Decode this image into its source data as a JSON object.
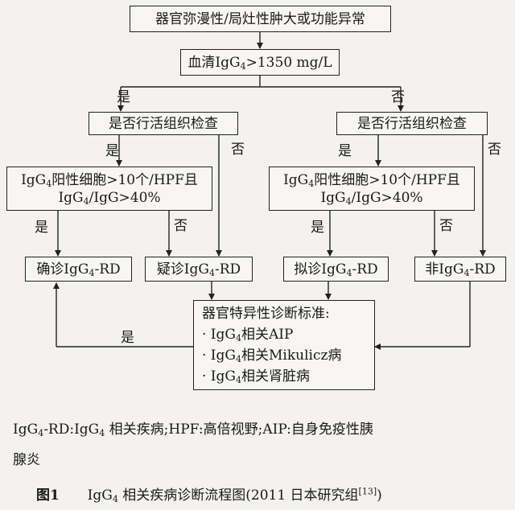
{
  "flowchart": {
    "top": "器官弥漫性/局灶性肿大或功能异常",
    "serum": [
      "血清IgG",
      "4",
      ">1350 mg/L"
    ],
    "biopsy_left": "是否行活组织检查",
    "biopsy_right": "是否行活组织检查",
    "criteria_left": [
      "IgG",
      "4",
      "阳性细胞>10个/HPF且"
    ],
    "criteria_left_2": [
      "IgG",
      "4",
      "/IgG>40%"
    ],
    "criteria_right": [
      "IgG",
      "4",
      "阳性细胞>10个/HPF且"
    ],
    "criteria_right_2": [
      "IgG",
      "4",
      "/IgG>40%"
    ],
    "definite": [
      "确诊IgG",
      "4",
      "-RD"
    ],
    "suspected": [
      "疑诊IgG",
      "4",
      "-RD"
    ],
    "probable": [
      "拟诊IgG",
      "4",
      "-RD"
    ],
    "non": [
      "非IgG",
      "4",
      "-RD"
    ],
    "organ_title": "器官特异性诊断标准:",
    "organ_items": [
      [
        "· IgG",
        "4",
        "相关AIP"
      ],
      [
        "· IgG",
        "4",
        "相关Mikulicz病"
      ],
      [
        "· IgG",
        "4",
        "相关肾脏病"
      ]
    ],
    "labels": {
      "yes": "是",
      "no": "否"
    }
  },
  "caption": {
    "legend_line1": [
      "IgG",
      "4",
      "-RD:IgG",
      "4",
      " 相关疾病;HPF:高倍视野;AIP:自身免疫性胰"
    ],
    "legend_line2": "腺炎",
    "fig_label": "图1",
    "fig_title": [
      "IgG",
      "4",
      " 相关疾病诊断流程图(2011 日本研究组",
      "[13]",
      ")"
    ]
  }
}
